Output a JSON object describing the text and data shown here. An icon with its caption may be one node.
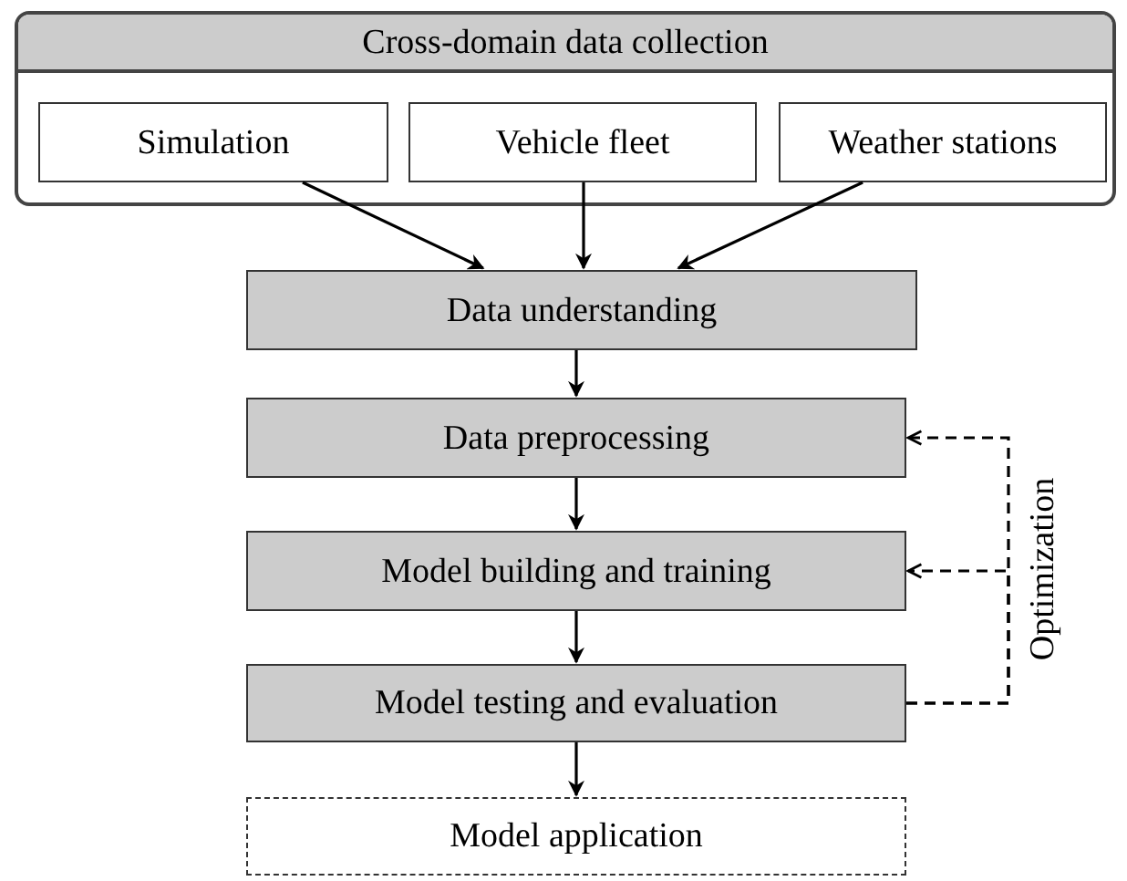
{
  "diagram": {
    "nodes": [
      {
        "text": [
          "Cross-domain data collection"
        ]
      },
      {
        "text": [
          "Simulation"
        ],
        "in": 0
      },
      {
        "text": [
          "Vehicle fleet"
        ],
        "in": 0
      },
      {
        "text": [
          "Weather stations"
        ],
        "in": 0
      },
      {
        "text": [
          "Data understanding"
        ]
      },
      {
        "text": [
          "Data preprocessing"
        ]
      },
      {
        "text": [
          "Model building and training"
        ]
      },
      {
        "text": [
          "Model testing and evaluation"
        ]
      },
      {
        "text": [
          "Model application"
        ]
      }
    ],
    "edges": [
      {
        "from": 1,
        "to": 4,
        "arrow": "to"
      },
      {
        "from": 2,
        "to": 4,
        "arrow": "to"
      },
      {
        "from": 3,
        "to": 4,
        "arrow": "to"
      },
      {
        "from": 4,
        "to": 5,
        "arrow": "to"
      },
      {
        "from": 5,
        "to": 6,
        "arrow": "to"
      },
      {
        "from": 6,
        "to": 7,
        "arrow": "to"
      },
      {
        "from": 7,
        "to": 8,
        "arrow": "to"
      },
      {
        "from": 7,
        "to": 5,
        "arrow": "to",
        "style": "dashed",
        "label": "Optimization"
      },
      {
        "from": 7,
        "to": 6,
        "arrow": "to",
        "style": "dashed"
      }
    ]
  }
}
